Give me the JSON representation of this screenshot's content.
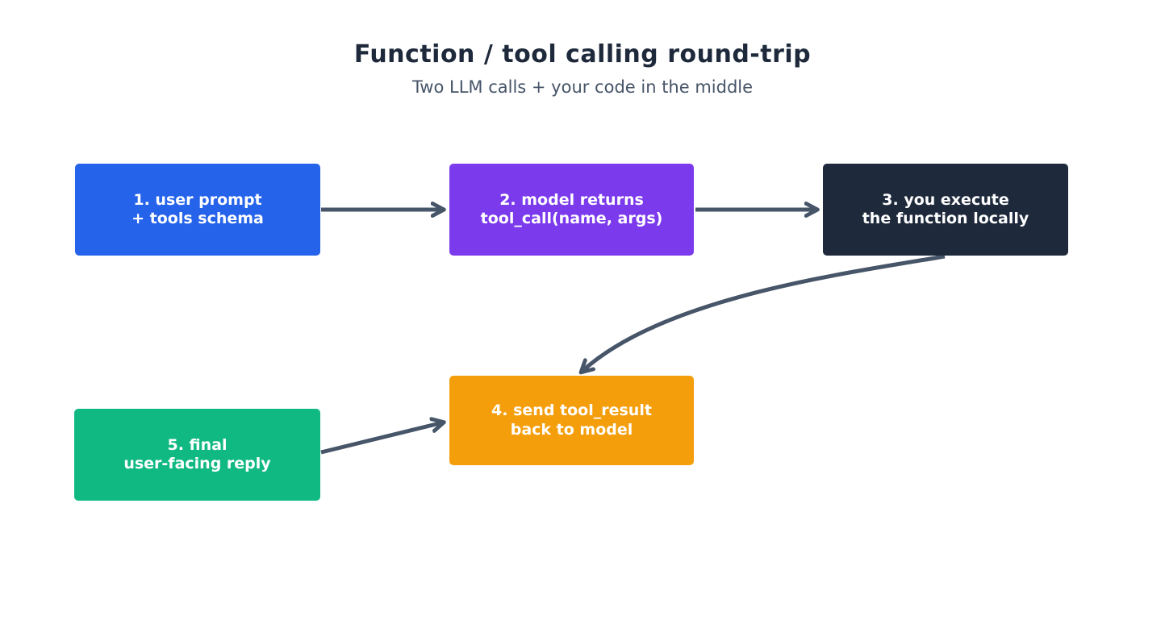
{
  "title": "Function / tool calling round-trip",
  "subtitle": "Two LLM calls + your code in the middle",
  "colors": {
    "background": "#ffffff",
    "title_text": "#1e293b",
    "subtitle_text": "#475569",
    "arrow": "#475569",
    "node_text": "#ffffff"
  },
  "nodes": [
    {
      "id": "step-1",
      "lines": [
        "1. user prompt",
        "+ tools schema"
      ],
      "color": "#2563eb"
    },
    {
      "id": "step-2",
      "lines": [
        "2. model returns",
        "tool_call(name, args)"
      ],
      "color": "#7c3aed"
    },
    {
      "id": "step-3",
      "lines": [
        "3. you execute",
        "the function locally"
      ],
      "color": "#1e293b"
    },
    {
      "id": "step-4",
      "lines": [
        "4. send tool_result",
        "back to model"
      ],
      "color": "#f59e0b"
    },
    {
      "id": "step-5",
      "lines": [
        "5. final",
        "user-facing reply"
      ],
      "color": "#10b981"
    }
  ],
  "edges": [
    {
      "from": "step-1",
      "to": "step-2",
      "style": "straight"
    },
    {
      "from": "step-2",
      "to": "step-3",
      "style": "straight"
    },
    {
      "from": "step-3",
      "to": "step-4",
      "style": "curved"
    },
    {
      "from": "step-5",
      "to": "step-4",
      "style": "straight"
    }
  ]
}
